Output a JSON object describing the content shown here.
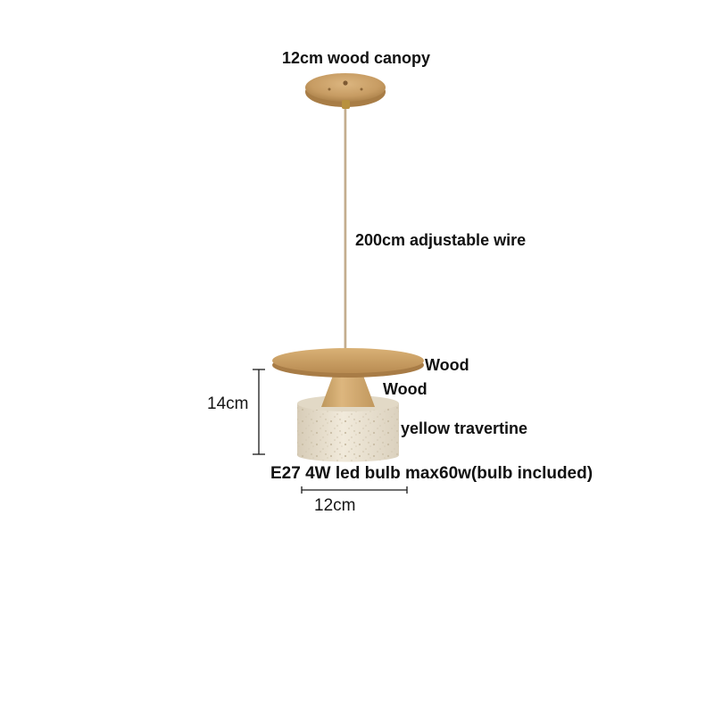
{
  "product": {
    "type": "pendant-lamp-diagram",
    "palette": {
      "wood": "#c79c63",
      "wood_light": "#ddb67e",
      "wood_dark": "#a87c46",
      "travertine": "#f0e9da",
      "travertine_shadow": "#d8cdb8",
      "wire": "#c6b091",
      "brass": "#b8913f",
      "text": "#111111",
      "dimension_line": "#1a1a1a",
      "background": "#ffffff"
    }
  },
  "annotations": {
    "canopy_label": "12cm wood canopy",
    "wire_label": "200cm adjustable wire",
    "wood_disc_label": "Wood",
    "wood_neck_label": "Wood",
    "shade_label": "yellow travertine",
    "bulb_label": "E27 4W led bulb max60w(bulb included)"
  },
  "dimensions": {
    "height_label": "14cm",
    "diameter_label": "12cm"
  }
}
